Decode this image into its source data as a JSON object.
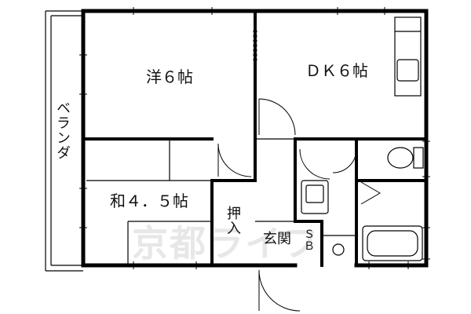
{
  "rooms": {
    "veranda": "ベランダ",
    "western_room": "洋６帖",
    "dining_kitchen": "ＤＫ６帖",
    "japanese_room": "和４．５帖",
    "closet": "押入",
    "entrance": "玄関",
    "shoe_box": "ＳＢ"
  },
  "watermark": "京都ライフ"
}
